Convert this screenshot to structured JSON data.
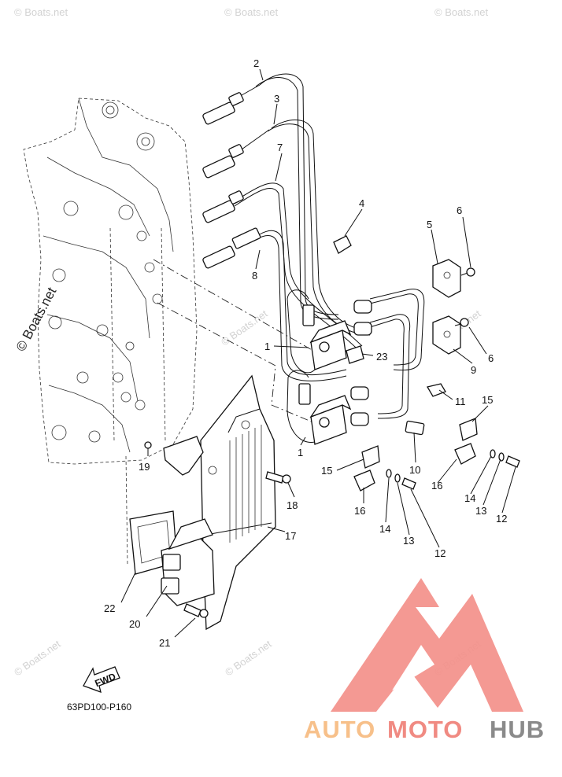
{
  "watermark_text": "© Boats.net",
  "side_watermark": "© Boats.net",
  "part_code": "63PD100-P160",
  "fwd_label": "FWD",
  "brand": {
    "part1": "AUTO",
    "part2": "MOTO",
    "part3": "HUB",
    "color1": "#f7c08a",
    "color2": "#f08a82",
    "color3": "#8a8a8a"
  },
  "colors": {
    "logo_triangle": "#f3908a",
    "line": "#111111",
    "watermark": "#d2d2d2"
  },
  "callouts": [
    "1",
    "1",
    "2",
    "3",
    "4",
    "5",
    "6",
    "6",
    "7",
    "8",
    "9",
    "10",
    "11",
    "12",
    "12",
    "13",
    "13",
    "14",
    "14",
    "15",
    "15",
    "16",
    "16",
    "17",
    "18",
    "19",
    "20",
    "21",
    "22",
    "23"
  ]
}
